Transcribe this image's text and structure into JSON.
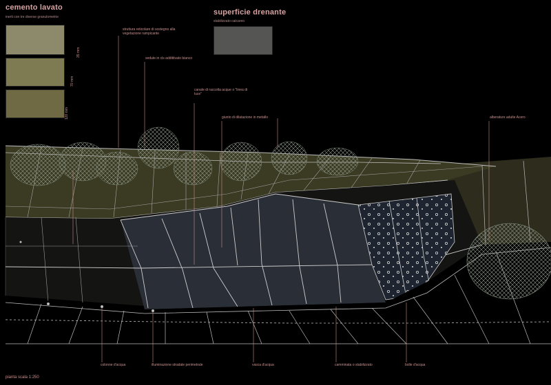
{
  "legend": {
    "cemento": {
      "title": "cemento lavato",
      "subtitle": "inerti con tre diverse granulometrie",
      "dims": [
        "35 mm",
        "70 mm",
        "120 mm"
      ]
    },
    "superficie": {
      "title": "superficie drenante",
      "subtitle": "stabilizzato calcareo"
    }
  },
  "labels_top": {
    "struttura": "struttura reticolare di sostegno alla vegetazione rampicante",
    "sedute": "sedute in cls addittivato bianco",
    "canale": "canale di raccolta acque o \"linea di luce\"",
    "giunto": "giunto di dilatazione in metallo",
    "alberature": "alberature adulte Acero"
  },
  "labels_bottom": {
    "colonne": "colonne d'acqua",
    "illuminazione": "illuminazione stradale perimetrale",
    "vasca": "vasca d'acqua",
    "camminata": "camminata o stabilizzato",
    "bolle": "bolle d'acqua"
  },
  "scale_note": "pianta scala 1:250",
  "colors": {
    "background": "#000000",
    "label": "#c98f8f",
    "grass": "#3b3a22",
    "water": "#2a2e37",
    "paving": "#1c1c1a",
    "tree": "#9aa898"
  }
}
